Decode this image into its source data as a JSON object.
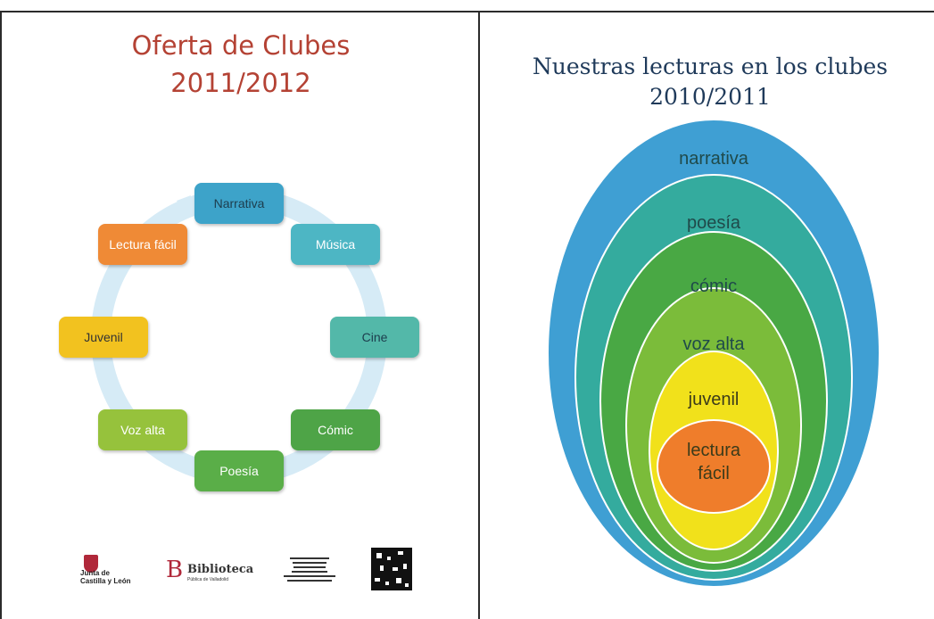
{
  "left_panel": {
    "title_line1": "Oferta de Clubes",
    "title_line2": "2011/2012",
    "clubs": [
      {
        "label": "Narrativa",
        "color": "#3da3c9"
      },
      {
        "label": "Música",
        "color": "#4db6c4"
      },
      {
        "label": "Cine",
        "color": "#53b8a9"
      },
      {
        "label": "Cómic",
        "color": "#4ea447"
      },
      {
        "label": "Poesía",
        "color": "#5aae48"
      },
      {
        "label": "Voz alta",
        "color": "#96c23c"
      },
      {
        "label": "Juvenil",
        "color": "#f2c21f"
      },
      {
        "label": "Lectura fácil",
        "color": "#ef8a36"
      }
    ],
    "logos": {
      "junta": "Junta de\nCastilla y León",
      "biblioteca": "Biblioteca",
      "biblioteca_sub": "Pública de Valladolid"
    }
  },
  "right_panel": {
    "title_line1": "Nuestras lecturas en los clubes",
    "title_line2": "2010/2011",
    "rings": [
      {
        "label": "narrativa",
        "color": "#3f9fd3"
      },
      {
        "label": "poesía",
        "color": "#34ab9e"
      },
      {
        "label": "cómic",
        "color": "#49a844"
      },
      {
        "label": "voz alta",
        "color": "#7bbc3a"
      },
      {
        "label": "juvenil",
        "color": "#f1e11b"
      },
      {
        "label": "lectura\nfácil",
        "color": "#ef7d2b"
      }
    ]
  },
  "colors": {
    "left_title": "#b44234",
    "right_title": "#1f3a5a",
    "cycle_arrow": "#d6ebf6"
  }
}
